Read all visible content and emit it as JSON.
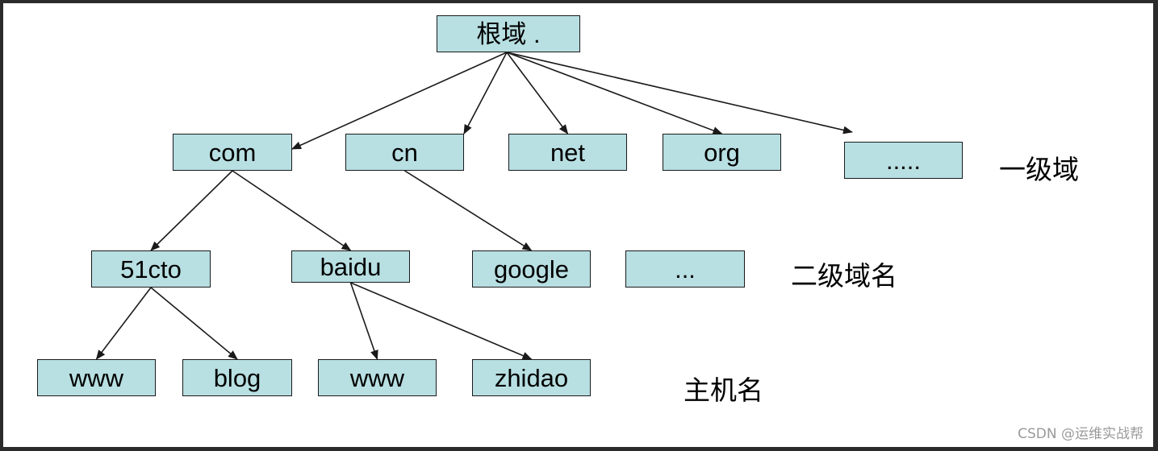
{
  "colors": {
    "node_fill": "#b8dfe2",
    "node_border": "#1a1a1a",
    "edge": "#1a1a1a",
    "background": "#ffffff"
  },
  "nodes": {
    "root": "根域 .",
    "com": "com",
    "cn": "cn",
    "net": "net",
    "org": "org",
    "tld_more": ".....",
    "c51cto": "51cto",
    "baidu": "baidu",
    "google": "google",
    "sld_more": "...",
    "www1": "www",
    "blog": "blog",
    "www2": "www",
    "zhidao": "zhidao"
  },
  "edges": [
    [
      "root",
      "com"
    ],
    [
      "root",
      "cn"
    ],
    [
      "root",
      "net"
    ],
    [
      "root",
      "org"
    ],
    [
      "root",
      "tld_more"
    ],
    [
      "com",
      "c51cto"
    ],
    [
      "com",
      "baidu"
    ],
    [
      "cn",
      "google"
    ],
    [
      "c51cto",
      "www1"
    ],
    [
      "c51cto",
      "blog"
    ],
    [
      "baidu",
      "www2"
    ],
    [
      "baidu",
      "zhidao"
    ]
  ],
  "level_labels": {
    "top_level": "一级域",
    "second_level": "二级域名",
    "host": "主机名"
  },
  "watermark": "CSDN @运维实战帮"
}
